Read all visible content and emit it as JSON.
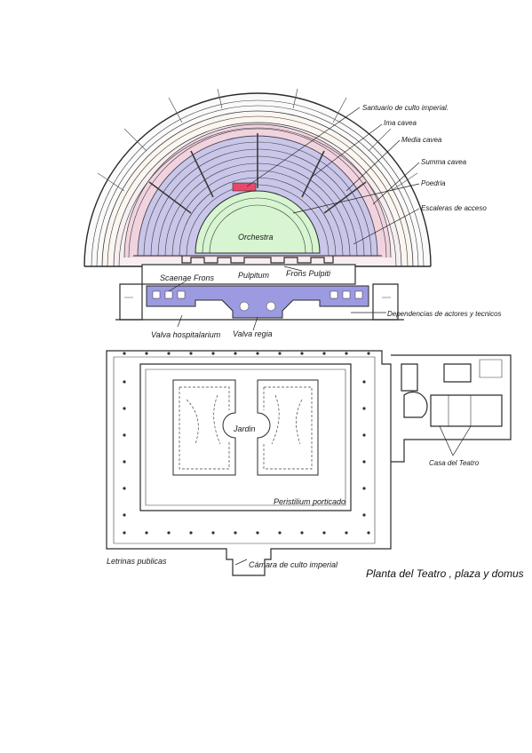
{
  "title": "Planta del Teatro , plaza y domus",
  "labels": {
    "santuario": "Santuario de culto imperial.",
    "ima_cavea": "Ima cavea",
    "media_cavea": "Media cavea",
    "summa_cavea": "Summa cavea",
    "poedria": "Poedria",
    "escaleras": "Escaleras de acceso",
    "orchestra": "Orchestra",
    "pulpitum": "Pulpitum",
    "frons_pulpiti": "Frons Pulpiti",
    "scaenae_frons": "Scaenae Frons",
    "dependencias": "Dependencias de actores y tecnicos",
    "valva_hospitalarium": "Valva hospitalarium",
    "valva_regia": "Valva regia",
    "jardin": "Jardin",
    "peristilium": "Peristilium porticado",
    "casa_teatro": "Casa del Teatro",
    "letrinas": "Letrinas publicas",
    "camara": "Cámara de culto imperial"
  },
  "colors": {
    "orchestra_fill": "#d6f5d0",
    "ima_cavea_fill": "#c9c6ea",
    "media_cavea_fill": "#f1d3df",
    "scaenae_fill": "#9c9ae0",
    "santuario_fill": "#e8486a",
    "line": "#2a2a2a"
  }
}
